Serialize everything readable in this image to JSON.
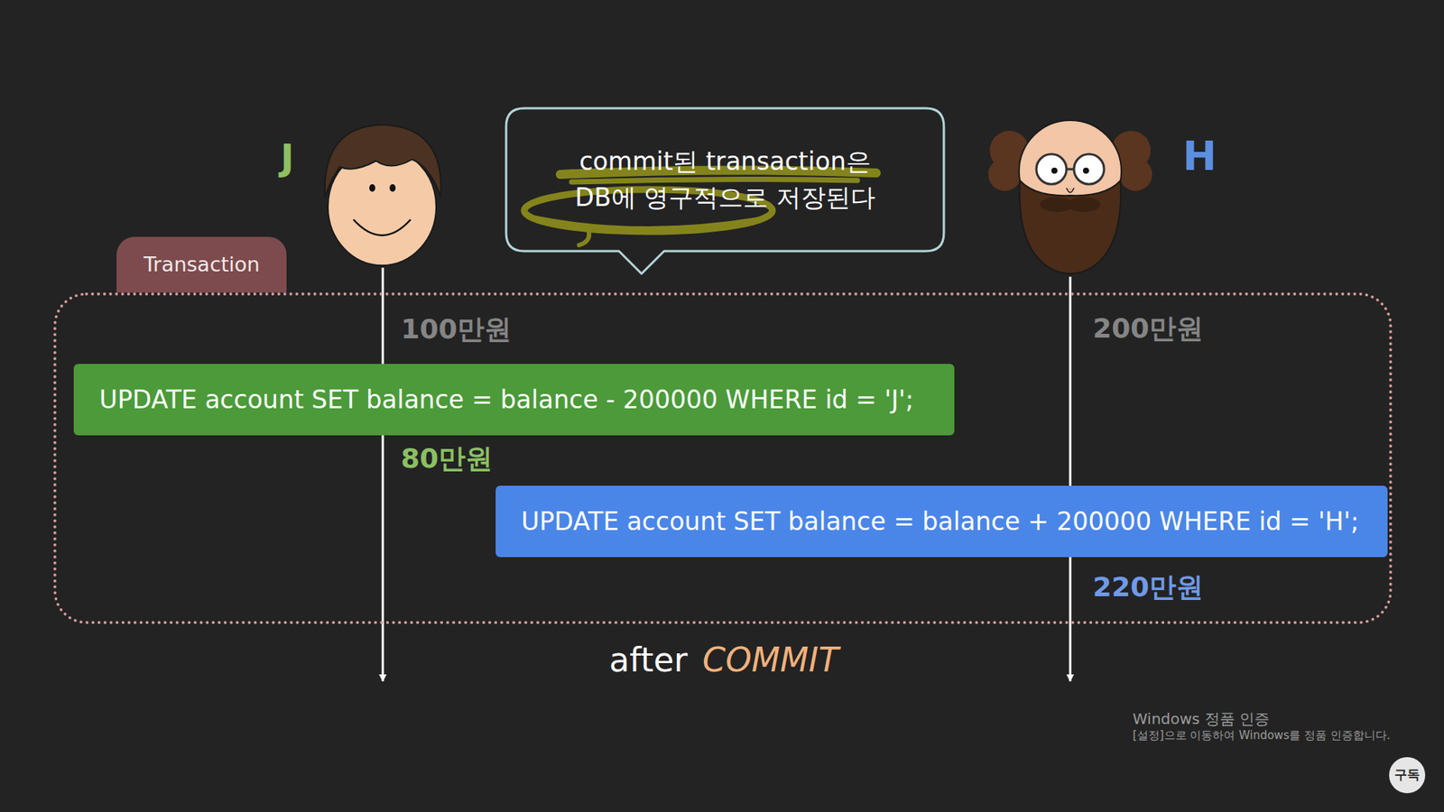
{
  "diagram": {
    "nodes": [
      {
        "text": [
          "commit된 transaction은 DB에 영구적으로 저장된다"
        ]
      },
      {
        "text": [
          "Transaction"
        ]
      },
      {
        "text": [
          "UPDATE account SET balance = balance - 200000 WHERE id = 'J';"
        ],
        "in": 1
      },
      {
        "text": [
          "UPDATE account SET balance = balance + 200000 WHERE id = 'H';"
        ],
        "in": 1
      }
    ],
    "labels": [
      "J",
      "H",
      "100만원",
      "200만원",
      "80만원",
      "220만원",
      "after",
      "COMMIT",
      "Windows 정품 인증",
      "[설정]으로 이동하여 Windows를 정품 인증합니다.",
      "구독"
    ]
  }
}
